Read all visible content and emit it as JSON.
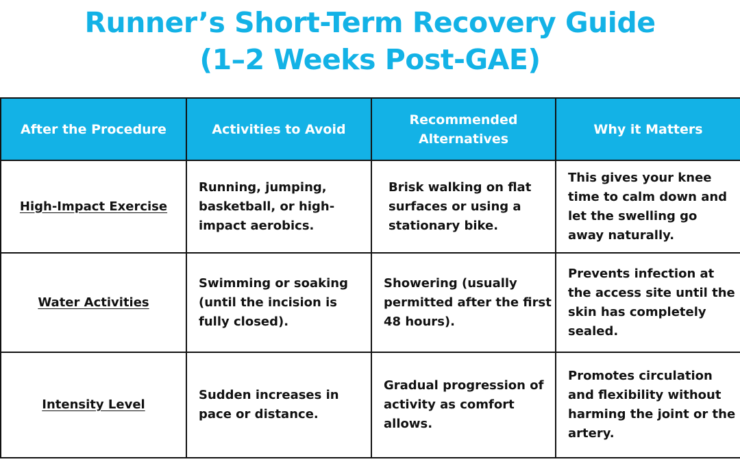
{
  "title": {
    "line1": "Runner’s Short-Term Recovery Guide",
    "line2": "(1–2 Weeks Post-GAE)"
  },
  "table": {
    "headers": [
      "After the Procedure",
      "Activities to Avoid",
      "Recommended Alternatives",
      "Why it Matters"
    ],
    "rows": [
      {
        "label": "High-Impact Exercise",
        "avoid": "Running, jumping, basketball, or high-impact aerobics.",
        "alternatives": "Brisk walking on flat surfaces or using a stationary bike.",
        "why": "This gives your knee time to calm down and let the swelling go away naturally."
      },
      {
        "label": "Water Activities",
        "avoid": "Swimming or soaking (until the incision is fully closed).",
        "alternatives": "Showering (usually permitted after the first 48 hours).",
        "why": "Prevents infection at the access site until the skin has completely sealed."
      },
      {
        "label": "Intensity Level",
        "avoid": "Sudden increases in pace or distance.",
        "alternatives": "Gradual progression of activity as comfort allows.",
        "why": "Promotes circulation and flexibility without harming the joint or the artery."
      }
    ]
  },
  "colors": {
    "accent": "#13b2e6",
    "header_text": "#ffffff",
    "border": "#111111"
  }
}
